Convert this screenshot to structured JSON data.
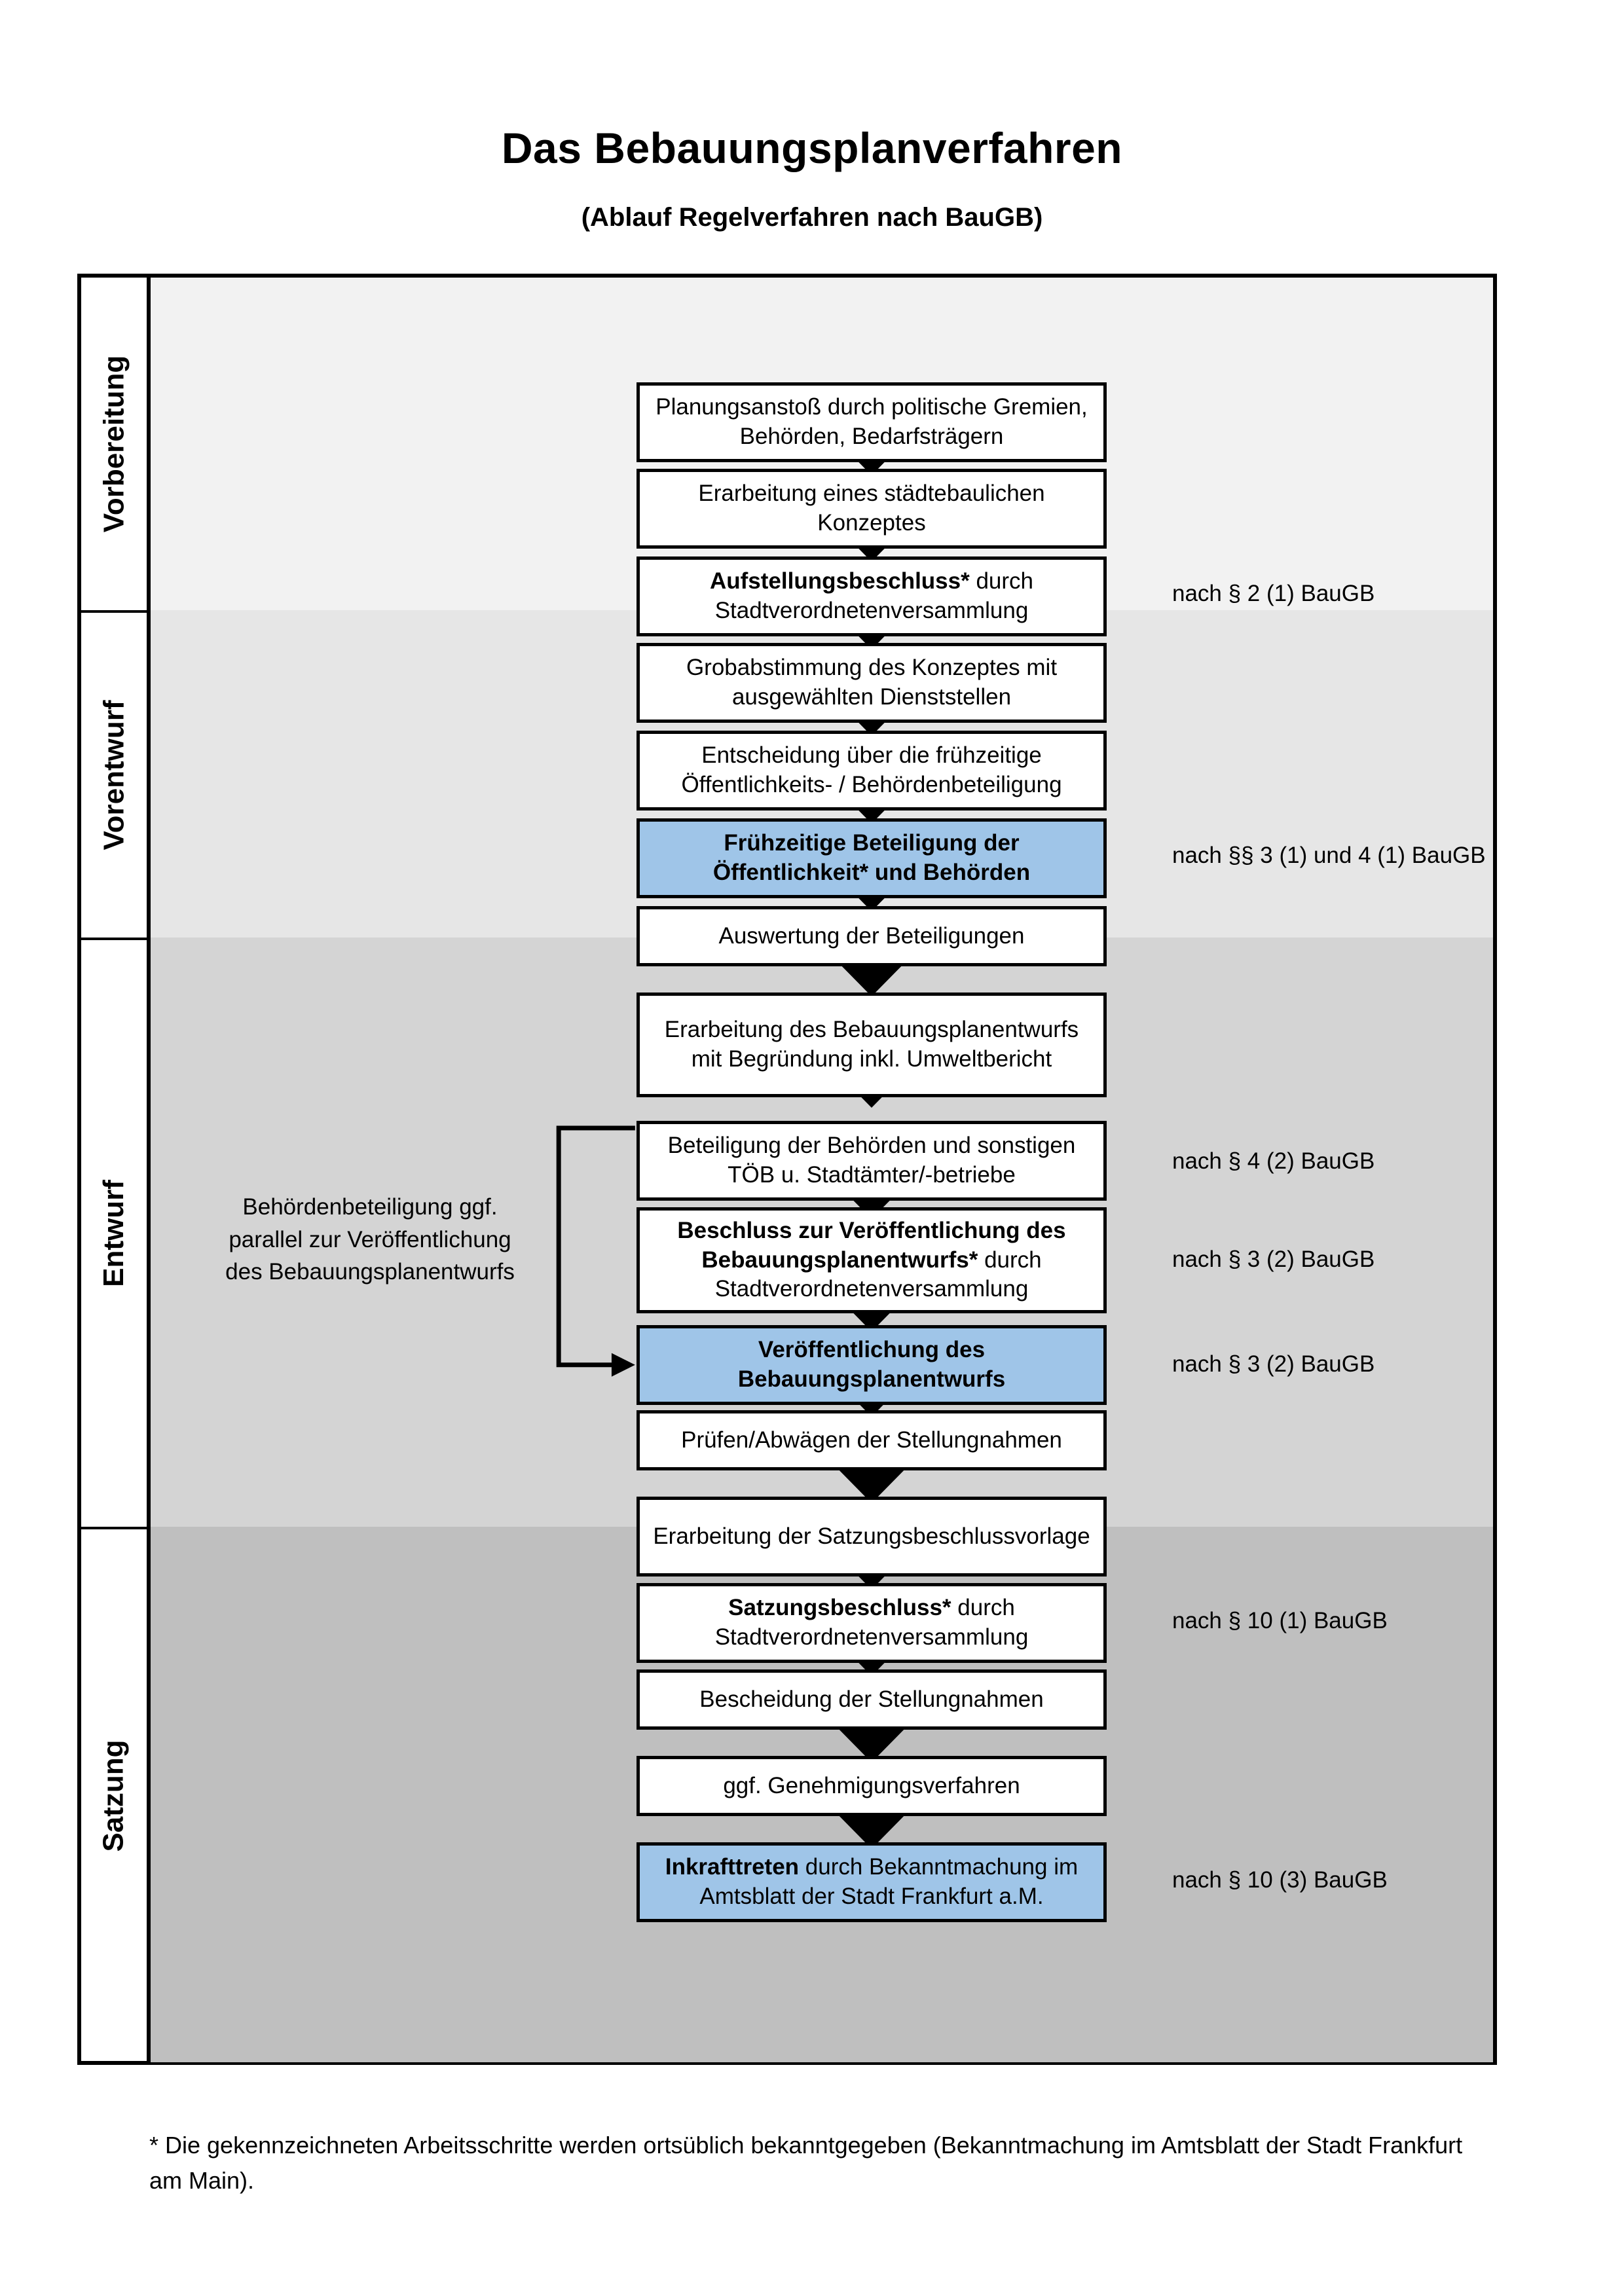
{
  "header": {
    "title": "Das Bebauungsplanverfahren",
    "subtitle": "(Ablauf Regelverfahren nach BauGB)"
  },
  "colors": {
    "highlight_blue": "#9fc5e8",
    "band_vorbereitung": "#f2f2f2",
    "band_vorentwurf": "#e6e6e6",
    "band_entwurf": "#d4d4d4",
    "band_satzung": "#bfbfbf",
    "outline": "#000000"
  },
  "phases": [
    {
      "label": "Vorbereitung"
    },
    {
      "label": "Vorentwurf"
    },
    {
      "label": "Entwurf"
    },
    {
      "label": "Satzung"
    }
  ],
  "steps": [
    {
      "text": "Planungsanstoß durch politische Gremien, Behörden, Bedarfsträgern",
      "bold_prefix": "",
      "highlight": false
    },
    {
      "text": "Erarbeitung eines städtebaulichen Konzeptes",
      "bold_prefix": "",
      "highlight": false
    },
    {
      "text": " durch Stadtverordnetenversammlung",
      "bold_prefix": "Aufstellungsbeschluss*",
      "highlight": false
    },
    {
      "text": "Grobabstimmung des Konzeptes mit ausgewählten Dienststellen",
      "bold_prefix": "",
      "highlight": false
    },
    {
      "text": "Entscheidung über die frühzeitige Öffentlichkeits- / Behördenbeteiligung",
      "bold_prefix": "",
      "highlight": false
    },
    {
      "text": "",
      "bold_prefix": "Frühzeitige Beteiligung der Öffentlichkeit* und Behörden",
      "highlight": true
    },
    {
      "text": "Auswertung der Beteiligungen",
      "bold_prefix": "",
      "highlight": false
    },
    {
      "text": "Erarbeitung des Bebauungsplanentwurfs mit Begründung inkl. Umweltbericht",
      "bold_prefix": "",
      "highlight": false
    },
    {
      "text": "Beteiligung der Behörden und sonstigen TÖB u. Stadtämter/-betriebe",
      "bold_prefix": "",
      "highlight": false
    },
    {
      "text": " durch Stadtverordnetenversammlung",
      "bold_prefix": "Beschluss zur Veröffentlichung des Bebauungsplanentwurfs*",
      "highlight": false
    },
    {
      "text": "",
      "bold_prefix": "Veröffentlichung des Bebauungsplanentwurfs",
      "highlight": true
    },
    {
      "text": "Prüfen/Abwägen der Stellungnahmen",
      "bold_prefix": "",
      "highlight": false
    },
    {
      "text": "Erarbeitung der Satzungsbeschlussvorlage",
      "bold_prefix": "",
      "highlight": false
    },
    {
      "text": " durch Stadtverordnetenversammlung",
      "bold_prefix": "Satzungsbeschluss*",
      "highlight": false
    },
    {
      "text": "Bescheidung der Stellungnahmen",
      "bold_prefix": "",
      "highlight": false
    },
    {
      "text": "ggf. Genehmigungsverfahren",
      "bold_prefix": "",
      "highlight": false
    },
    {
      "text": " durch Bekanntmachung im Amtsblatt der Stadt Frankfurt a.M.",
      "bold_prefix": "Inkrafttreten",
      "highlight": true
    }
  ],
  "references": [
    "nach § 2 (1) BauGB",
    "nach §§ 3 (1) und 4 (1) BauGB",
    "nach § 4 (2) BauGB",
    "nach § 3 (2) BauGB",
    "nach § 3 (2) BauGB",
    "nach § 10 (1) BauGB",
    "nach § 10 (3) BauGB"
  ],
  "sidenote": "Behördenbeteiligung ggf. parallel zur Veröffentlichung des Bebauungsplanentwurfs",
  "footnote": "* Die gekennzeichneten Arbeitsschritte werden ortsüblich bekanntgegeben (Bekanntmachung im Amtsblatt  der Stadt Frankfurt am Main)."
}
